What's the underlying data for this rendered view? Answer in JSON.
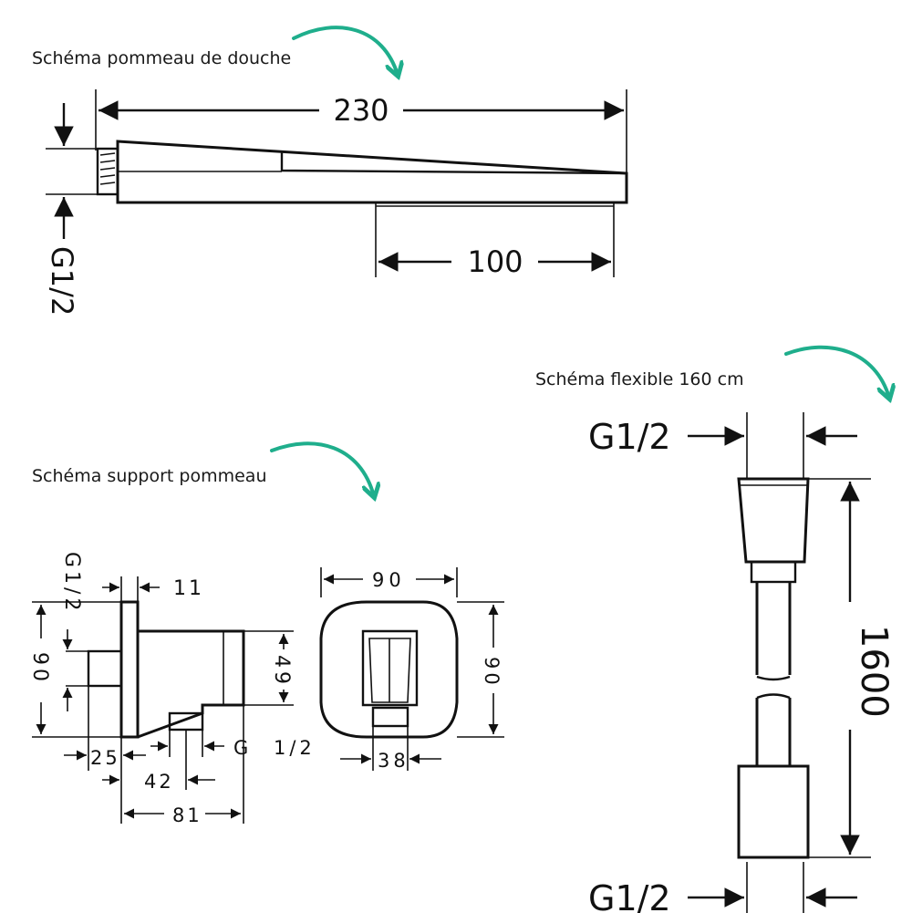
{
  "captions": {
    "shower_head": "Schéma pommeau de douche",
    "hose": "Schéma flexible 160 cm",
    "holder": "Schéma support pommeau"
  },
  "shower_head": {
    "length": "230",
    "spray_length": "100",
    "thread": "G1/2"
  },
  "holder_side": {
    "thread_top": "G1/2",
    "plate_offset": "11",
    "height": "90",
    "outlet_height": "49",
    "inlet_depth": "25",
    "outlet_offset": "42",
    "thread_g": "G",
    "thread_half": "1/2",
    "depth": "81"
  },
  "holder_front": {
    "width": "90",
    "height": "90",
    "outlet_width": "38"
  },
  "hose": {
    "thread_top": "G1/2",
    "length": "1600",
    "thread_bottom": "G1/2"
  },
  "colors": {
    "accent_arrow": "#1fae8c",
    "line": "#111111"
  }
}
